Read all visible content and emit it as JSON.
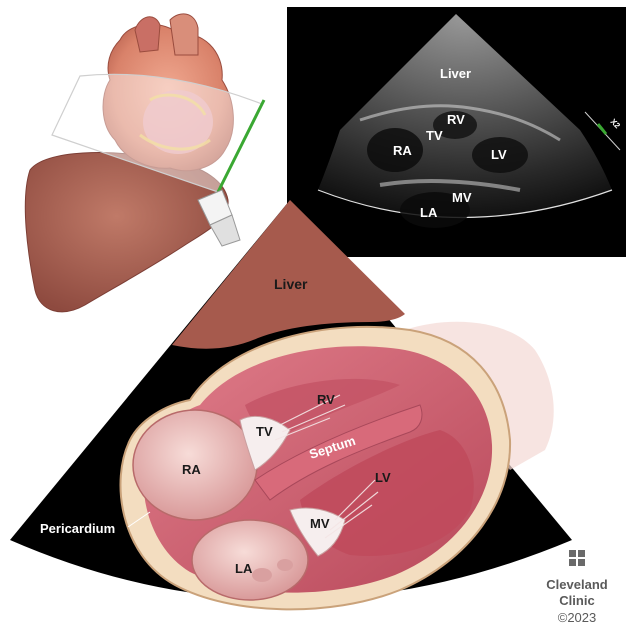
{
  "echo": {
    "labels": {
      "liver": "Liver",
      "rv": "RV",
      "ra": "RA",
      "tv": "TV",
      "lv": "LV",
      "mv": "MV",
      "la": "LA",
      "scale": "X2"
    }
  },
  "illustration": {
    "labels": {
      "liver": "Liver",
      "rv": "RV",
      "tv": "TV",
      "septum": "Septum",
      "ra": "RA",
      "lv": "LV",
      "mv": "MV",
      "la": "LA",
      "pericardium": "Pericardium"
    }
  },
  "branding": {
    "name_line1": "Cleveland",
    "name_line2": "Clinic",
    "copyright": "©2023"
  },
  "colors": {
    "liver": "#a65a4d",
    "myocardium": "#c95a6a",
    "chamber": "#f2c9c9",
    "pericardium": "#f3ddc0",
    "ultrasound_bg": "#000000",
    "probe_line": "#3aa832"
  }
}
